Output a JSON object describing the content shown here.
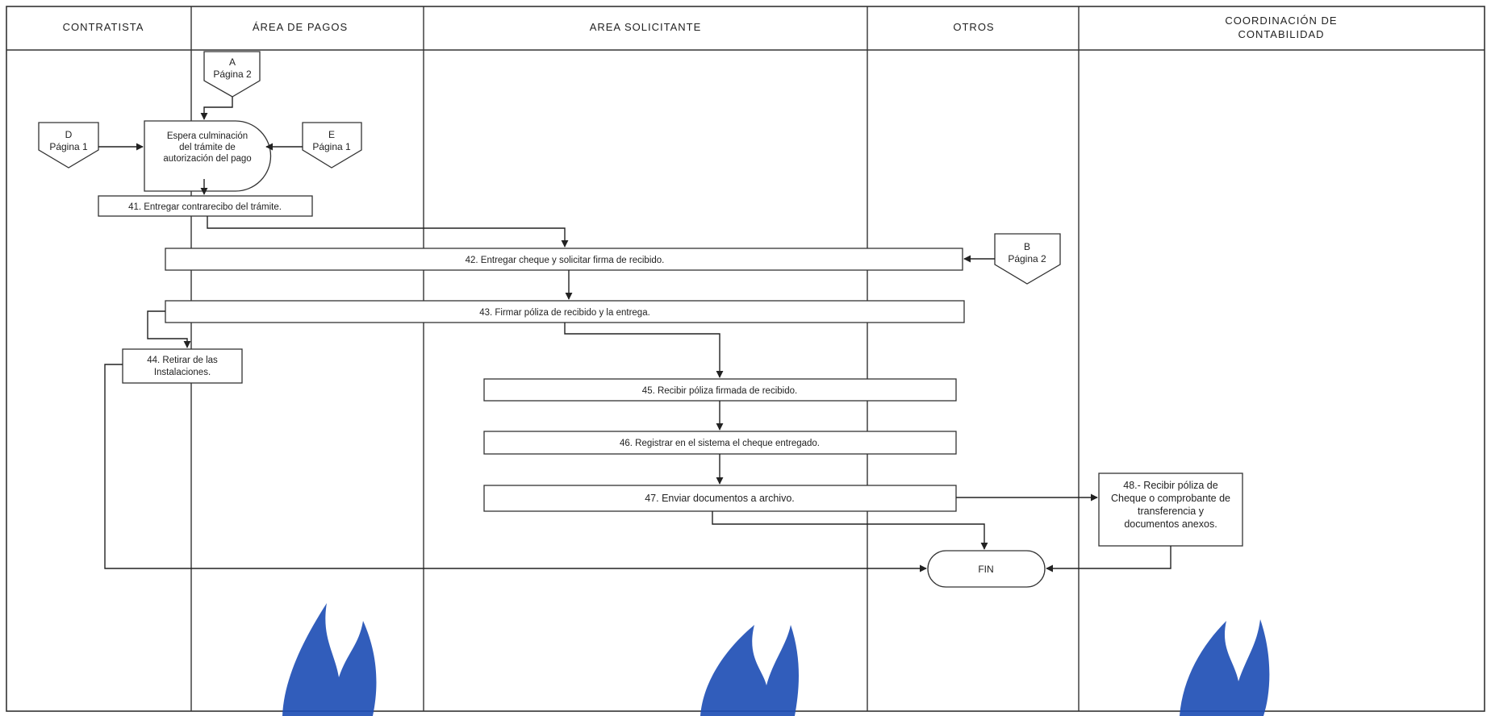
{
  "lanes": [
    {
      "title": "CONTRATISTA"
    },
    {
      "title": "ÁREA DE PAGOS"
    },
    {
      "title": "AREA SOLICITANTE"
    },
    {
      "title": "OTROS"
    },
    {
      "title": "COORDINACIÓN DE",
      "title2": "CONTABILIDAD"
    }
  ],
  "connectors": {
    "a": {
      "letter": "A",
      "page": "Página 2"
    },
    "d": {
      "letter": "D",
      "page": "Página 1"
    },
    "e": {
      "letter": "E",
      "page": "Página 1"
    },
    "b": {
      "letter": "B",
      "page": "Página 2"
    }
  },
  "wait": {
    "line1": "Espera culminación",
    "line2": "del trámite de",
    "line3": "autorización del pago"
  },
  "steps": {
    "s41": {
      "text": "41. Entregar contrarecibo del trámite."
    },
    "s42": {
      "text": "42. Entregar cheque y solicitar firma de recibido."
    },
    "s43": {
      "text": "43. Firmar póliza de recibido y la entrega."
    },
    "s44": {
      "line1": "44. Retirar de las",
      "line2": "Instalaciones."
    },
    "s45": {
      "text": "45. Recibir póliza firmada de recibido."
    },
    "s46": {
      "text": "46. Registrar en el sistema el cheque entregado."
    },
    "s47": {
      "text": "47. Enviar documentos a archivo."
    },
    "s48": {
      "line1": "48.- Recibir póliza de",
      "line2": "Cheque o comprobante de",
      "line3": "transferencia y",
      "line4": "documentos anexos."
    }
  },
  "end": {
    "label": "FIN"
  },
  "colors": {
    "watermark": "#1f4fb5",
    "line": "#222222"
  }
}
